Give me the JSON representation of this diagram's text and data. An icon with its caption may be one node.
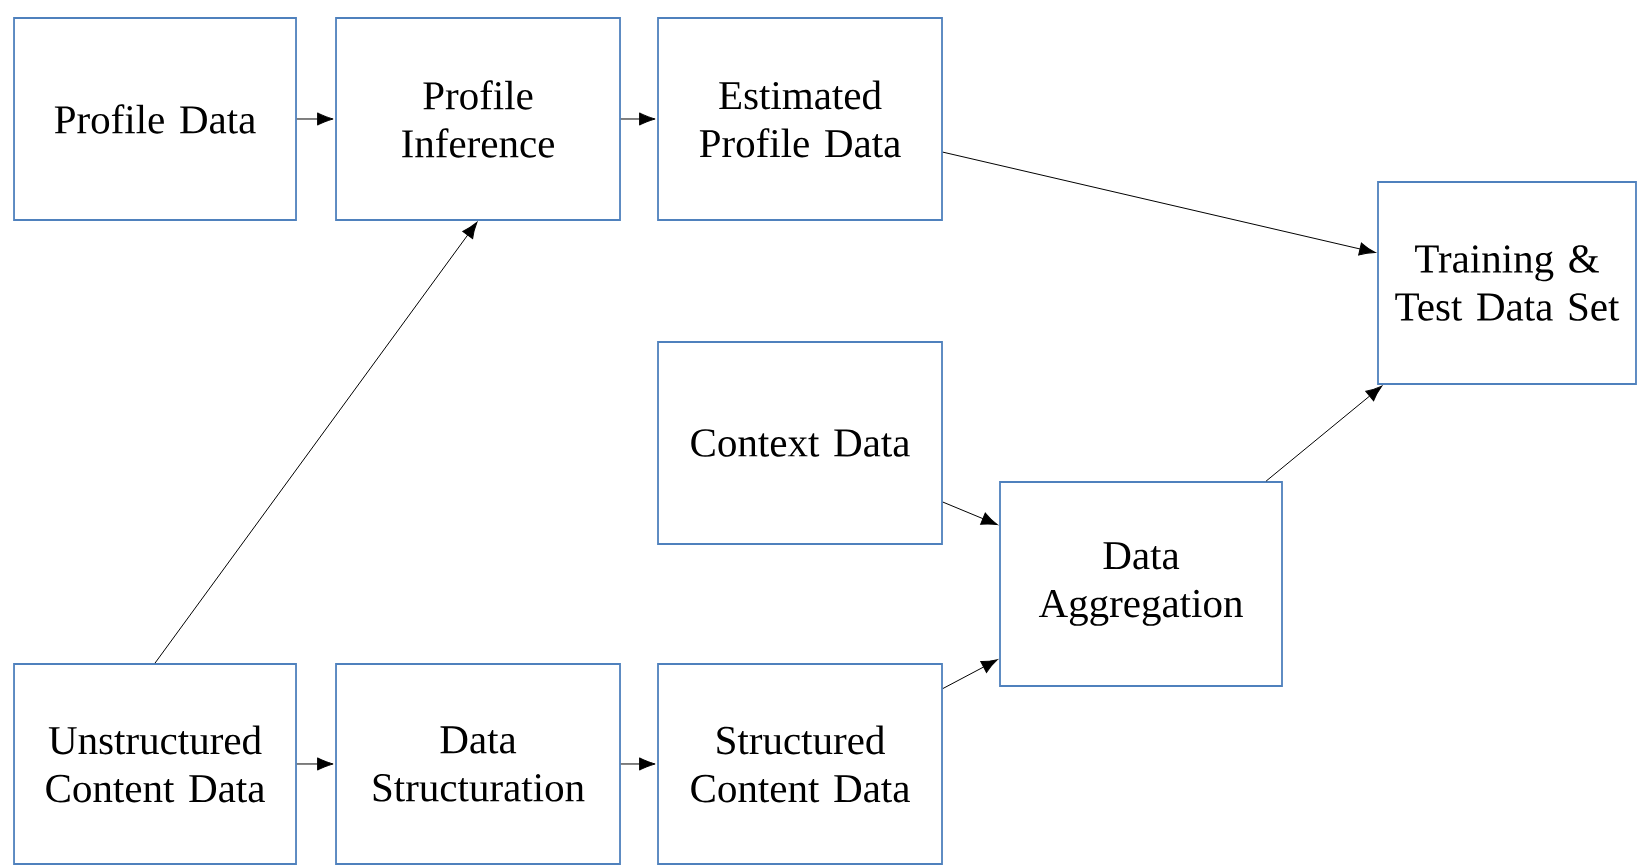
{
  "diagram": {
    "nodes": [
      {
        "text": [
          "Profile Data"
        ]
      },
      {
        "text": [
          "Profile Inference"
        ]
      },
      {
        "text": [
          "Estimated Profile Data"
        ]
      },
      {
        "text": [
          "Training & Test Data Set"
        ]
      },
      {
        "text": [
          "Context Data"
        ]
      },
      {
        "text": [
          "Data Aggregation"
        ]
      },
      {
        "text": [
          "Unstructured Content Data"
        ]
      },
      {
        "text": [
          "Data Structuration"
        ]
      },
      {
        "text": [
          "Structured Content Data"
        ]
      }
    ],
    "edges": [
      {
        "from": 0,
        "to": 1,
        "arrow": "to"
      },
      {
        "from": 1,
        "to": 2,
        "arrow": "to"
      },
      {
        "from": 2,
        "to": 3,
        "arrow": "to"
      },
      {
        "from": 6,
        "to": 1,
        "arrow": "to"
      },
      {
        "from": 4,
        "to": 5,
        "arrow": "to"
      },
      {
        "from": 8,
        "to": 5,
        "arrow": "to"
      },
      {
        "from": 5,
        "to": 3,
        "arrow": "to"
      },
      {
        "from": 6,
        "to": 7,
        "arrow": "to"
      },
      {
        "from": 7,
        "to": 8,
        "arrow": "to"
      }
    ]
  }
}
